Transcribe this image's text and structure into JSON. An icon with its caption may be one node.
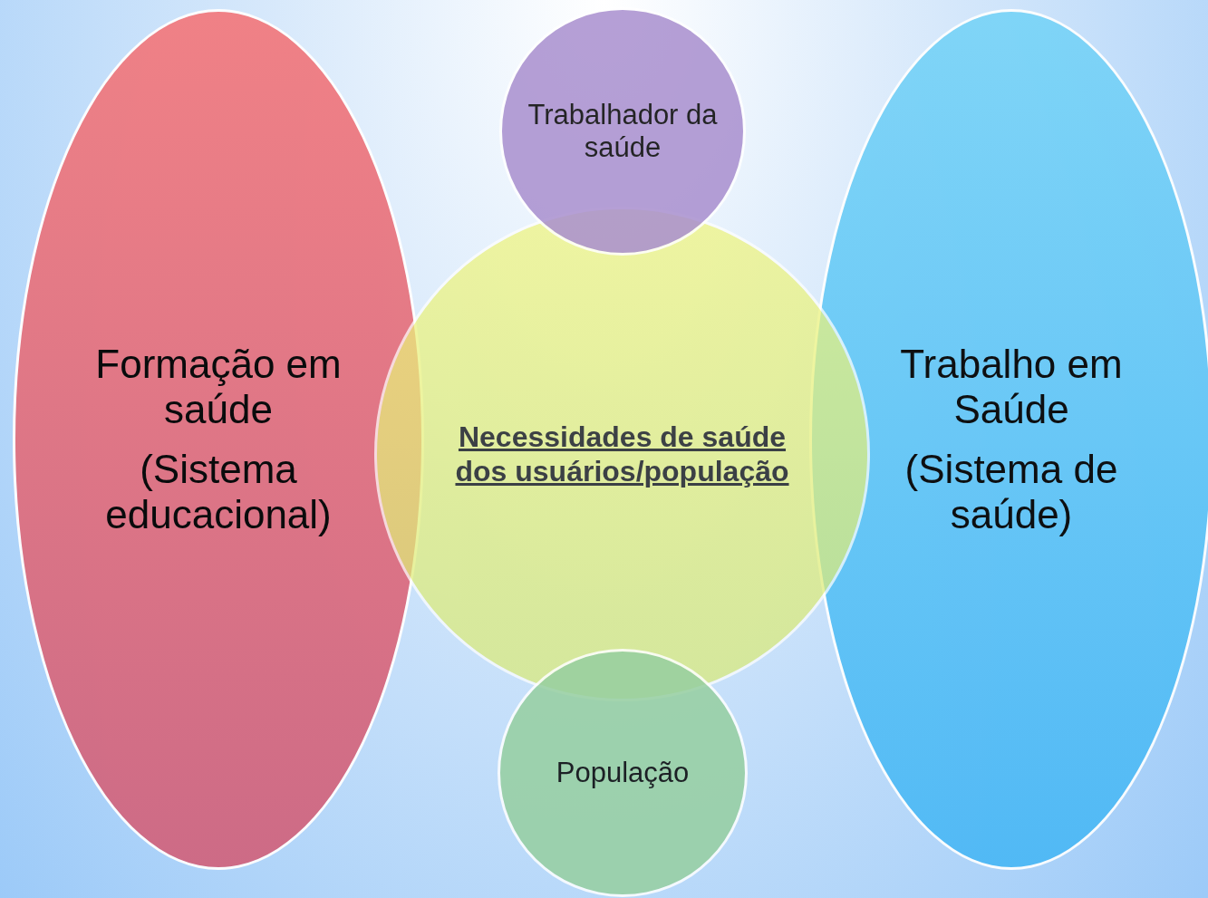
{
  "diagram": {
    "nodes": [
      {
        "text": [
          "Formação em saúde",
          "(Sistema educacional)"
        ]
      },
      {
        "text": [
          "Trabalhador da saúde"
        ]
      },
      {
        "text": [
          "Necessidades de saúde dos usuários/população"
        ]
      },
      {
        "text": [
          "Trabalho em Saúde",
          "(Sistema de saúde)"
        ]
      },
      {
        "text": [
          "População"
        ]
      }
    ]
  }
}
